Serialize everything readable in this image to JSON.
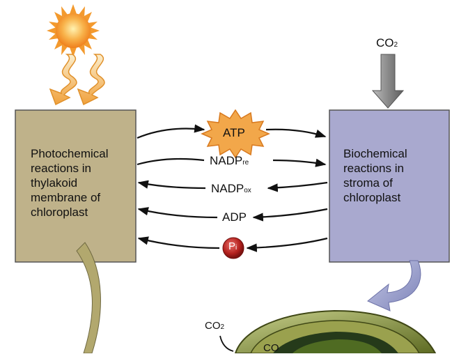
{
  "left_box": {
    "text": "Photochemical\nreactions in\nthylakoid\nmembrane of\nchloroplast"
  },
  "right_box": {
    "text": "Biochemical\nreactions in\nstroma of\nchloroplast"
  },
  "co2_top": {
    "main": "CO",
    "sub": "2"
  },
  "co2_bottom": {
    "main": "CO",
    "sub": "2"
  },
  "co2_partial": "CO",
  "flows": {
    "atp": "ATP",
    "nadp_re": {
      "main": "NADP",
      "sub": "re"
    },
    "nadp_ox": {
      "main": "NADP",
      "sub": "ox"
    },
    "adp": "ADP",
    "pi": {
      "main": "P",
      "sub": "i"
    }
  },
  "colors": {
    "left_box": "#bfb28a",
    "right_box": "#a9a9cf",
    "sun": "#f6a23a",
    "atp_star": "#f2a74a",
    "pi_ball": "#b3201d",
    "chloroplast": "#7f8a3c"
  }
}
